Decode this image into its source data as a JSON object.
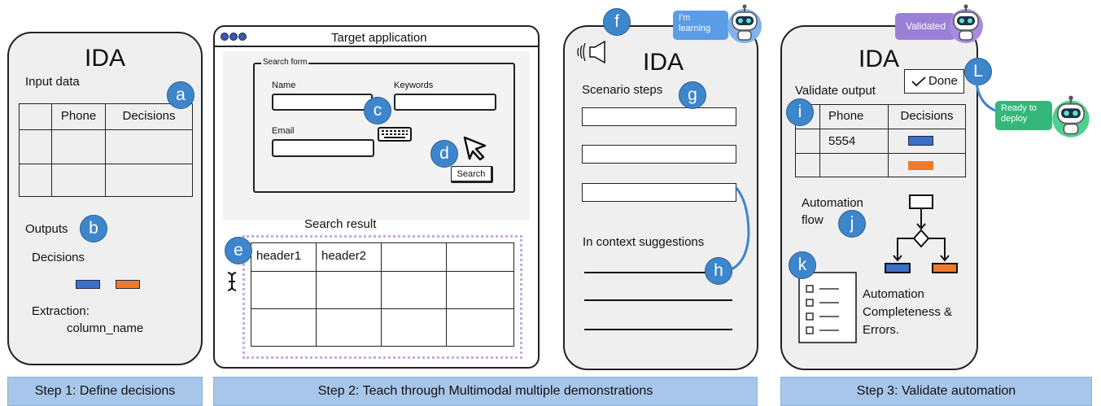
{
  "panel1": {
    "title": "IDA",
    "input_label": "Input data",
    "table_headers": [
      "",
      "Phone",
      "Decisions"
    ],
    "outputs_label": "Outputs",
    "decisions_label": "Decisions",
    "extraction_label": "Extraction:",
    "extraction_value": "column_name"
  },
  "panel2": {
    "window_title": "Target application",
    "search_form_label": "Search form",
    "name_label": "Name",
    "keywords_label": "Keywords",
    "email_label": "Email",
    "search_button": "Search",
    "result_label": "Search result",
    "result_headers": [
      "header1",
      "header2",
      "",
      ""
    ]
  },
  "panel3": {
    "title": "IDA",
    "scenario_label": "Scenario steps",
    "suggestions_label": "In context suggestions",
    "bubble": "I'm learning"
  },
  "panel4": {
    "title": "IDA",
    "done_label": "Done",
    "validate_label": "Validate output",
    "table_headers": [
      "",
      "Phone",
      "Decisions"
    ],
    "row1_phone": "5554",
    "flow_label_1": "Automation",
    "flow_label_2": "flow",
    "completeness_1": "Automation",
    "completeness_2": "Completeness &",
    "completeness_3": "Errors.",
    "bubble_validated": "Validated",
    "bubble_ready": "Ready to deploy"
  },
  "badges": [
    "a",
    "b",
    "c",
    "d",
    "e",
    "f",
    "g",
    "h",
    "i",
    "j",
    "k",
    "L"
  ],
  "steps": {
    "step1": "Step 1: Define decisions",
    "step2": "Step 2: Teach through Multimodal  multiple demonstrations",
    "step3": "Step 3: Validate automation"
  },
  "colors": {
    "badge": "#3d86cc",
    "step_bar": "#a8c6e9",
    "decision_blue": "#3d6fc7",
    "decision_orange": "#ee7a2e",
    "bubble_blue": "#5b9ce6",
    "bubble_purple": "#9b7fd6",
    "bubble_green": "#34b87a"
  }
}
